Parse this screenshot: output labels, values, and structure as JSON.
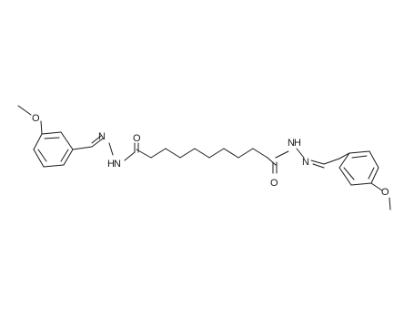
{
  "molecule": {
    "atoms": {
      "o_left_methoxy": "O",
      "n_left_imine": "N",
      "n_left_amide": "N",
      "h_left_amide": "H",
      "o_left_carbonyl": "O",
      "o_right_carbonyl": "O",
      "n_right_amide": "N",
      "h_right_amide": "H",
      "n_right_imine": "N",
      "o_right_methoxy": "O"
    }
  }
}
